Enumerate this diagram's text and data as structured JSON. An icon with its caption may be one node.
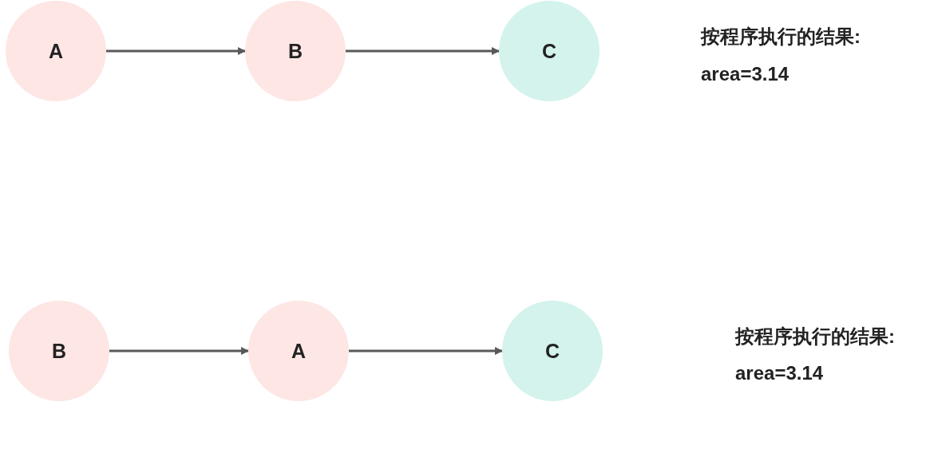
{
  "diagram": {
    "nodes": [
      {
        "text": [
          "A"
        ]
      },
      {
        "text": [
          "B"
        ]
      },
      {
        "text": [
          "C"
        ]
      },
      {
        "text": [
          "B"
        ]
      },
      {
        "text": [
          "A"
        ]
      },
      {
        "text": [
          "C"
        ]
      }
    ],
    "edges": [
      {
        "from": 0,
        "to": 1,
        "arrow": "to"
      },
      {
        "from": 1,
        "to": 2,
        "arrow": "to"
      },
      {
        "from": 3,
        "to": 4,
        "arrow": "to"
      },
      {
        "from": 4,
        "to": 5,
        "arrow": "to"
      }
    ],
    "labels": [
      "按程序执行的结果:",
      "area=3.14",
      "按程序执行的结果:",
      "area=3.14"
    ]
  }
}
